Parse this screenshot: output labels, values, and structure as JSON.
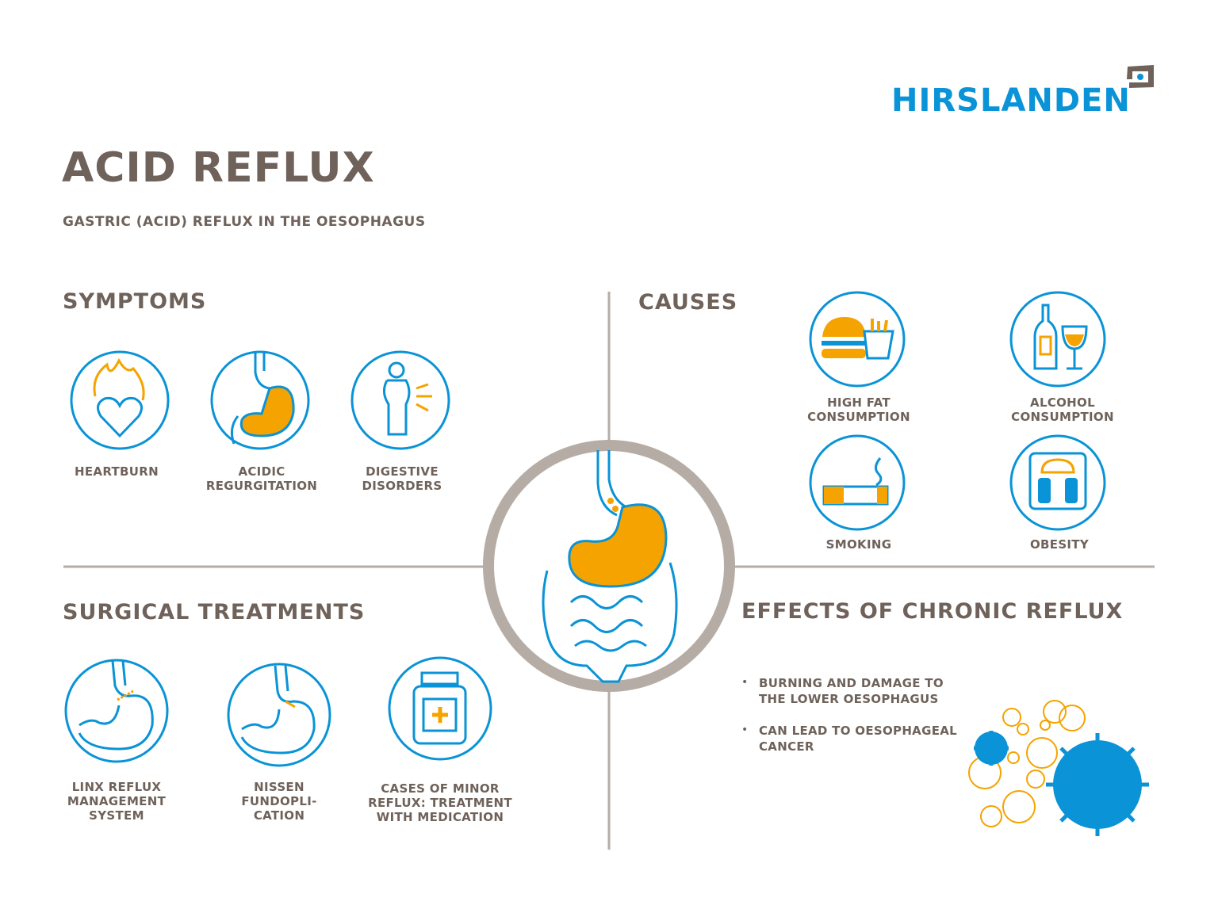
{
  "brand": {
    "name": "HIRSLANDEN"
  },
  "title": "ACID REFLUX",
  "subtitle": "GASTRIC (ACID) REFLUX IN THE OESOPHAGUS",
  "colors": {
    "blue": "#0a93d6",
    "orange": "#f5a300",
    "brown": "#6e625a",
    "gray": "#b5ada5"
  },
  "symptoms": {
    "heading": "SYMPTOMS",
    "items": [
      {
        "label": "HEARTBURN",
        "icon": "heart-flame-icon"
      },
      {
        "label": "ACIDIC REGURGITATION",
        "icon": "stomach-acid-icon"
      },
      {
        "label": "DIGESTIVE DISORDERS",
        "icon": "person-stomach-pain-icon"
      }
    ]
  },
  "causes": {
    "heading": "CAUSES",
    "items": [
      {
        "label": "HIGH FAT CONSUMPTION",
        "icon": "burger-fries-icon"
      },
      {
        "label": "ALCOHOL CONSUMPTION",
        "icon": "bottle-glass-icon"
      },
      {
        "label": "SMOKING",
        "icon": "cigarette-icon"
      },
      {
        "label": "OBESITY",
        "icon": "scale-icon"
      }
    ]
  },
  "surgical": {
    "heading": "SURGICAL TREATMENTS",
    "items": [
      {
        "label": "LINX REFLUX MANAGEMENT SYSTEM",
        "icon": "linx-stomach-icon"
      },
      {
        "label": "NISSEN FUNDOPLI- CATION",
        "icon": "nissen-stomach-icon"
      },
      {
        "label": "CASES OF MINOR REFLUX: TREATMENT WITH MEDICATION",
        "icon": "medicine-jar-icon"
      }
    ]
  },
  "effects": {
    "heading": "EFFECTS OF CHRONIC REFLUX",
    "bullets": [
      "BURNING AND DAMAGE TO THE LOWER OESOPHAGUS",
      "CAN LEAD TO OESOPHAGEAL CANCER"
    ]
  }
}
